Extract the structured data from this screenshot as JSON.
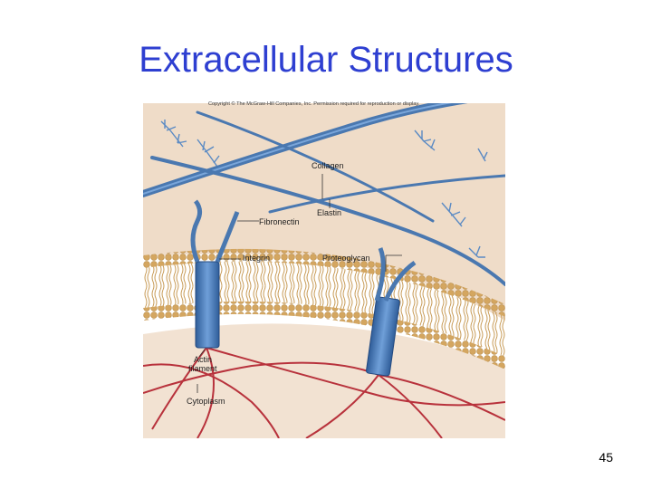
{
  "slide": {
    "title": "Extracellular Structures",
    "page_number": "45"
  },
  "figure": {
    "copyright": "Copyright © The McGraw-Hill Companies, Inc. Permission required for reproduction or display.",
    "labels": {
      "collagen": "Collagen",
      "elastin": "Elastin",
      "fibronectin": "Fibronectin",
      "integrin": "Integrin",
      "proteoglycan": "Proteoglycan",
      "actin_line1": "Actin",
      "actin_line2": "filament",
      "cytoplasm": "Cytoplasm"
    },
    "colors": {
      "fiber_blue": "#4a78b0",
      "membrane_tan": "#d2a862",
      "actin_red": "#b8323c",
      "background_tan": "#efdcc8",
      "cytoplasm_tan": "#f2e2d2"
    }
  }
}
